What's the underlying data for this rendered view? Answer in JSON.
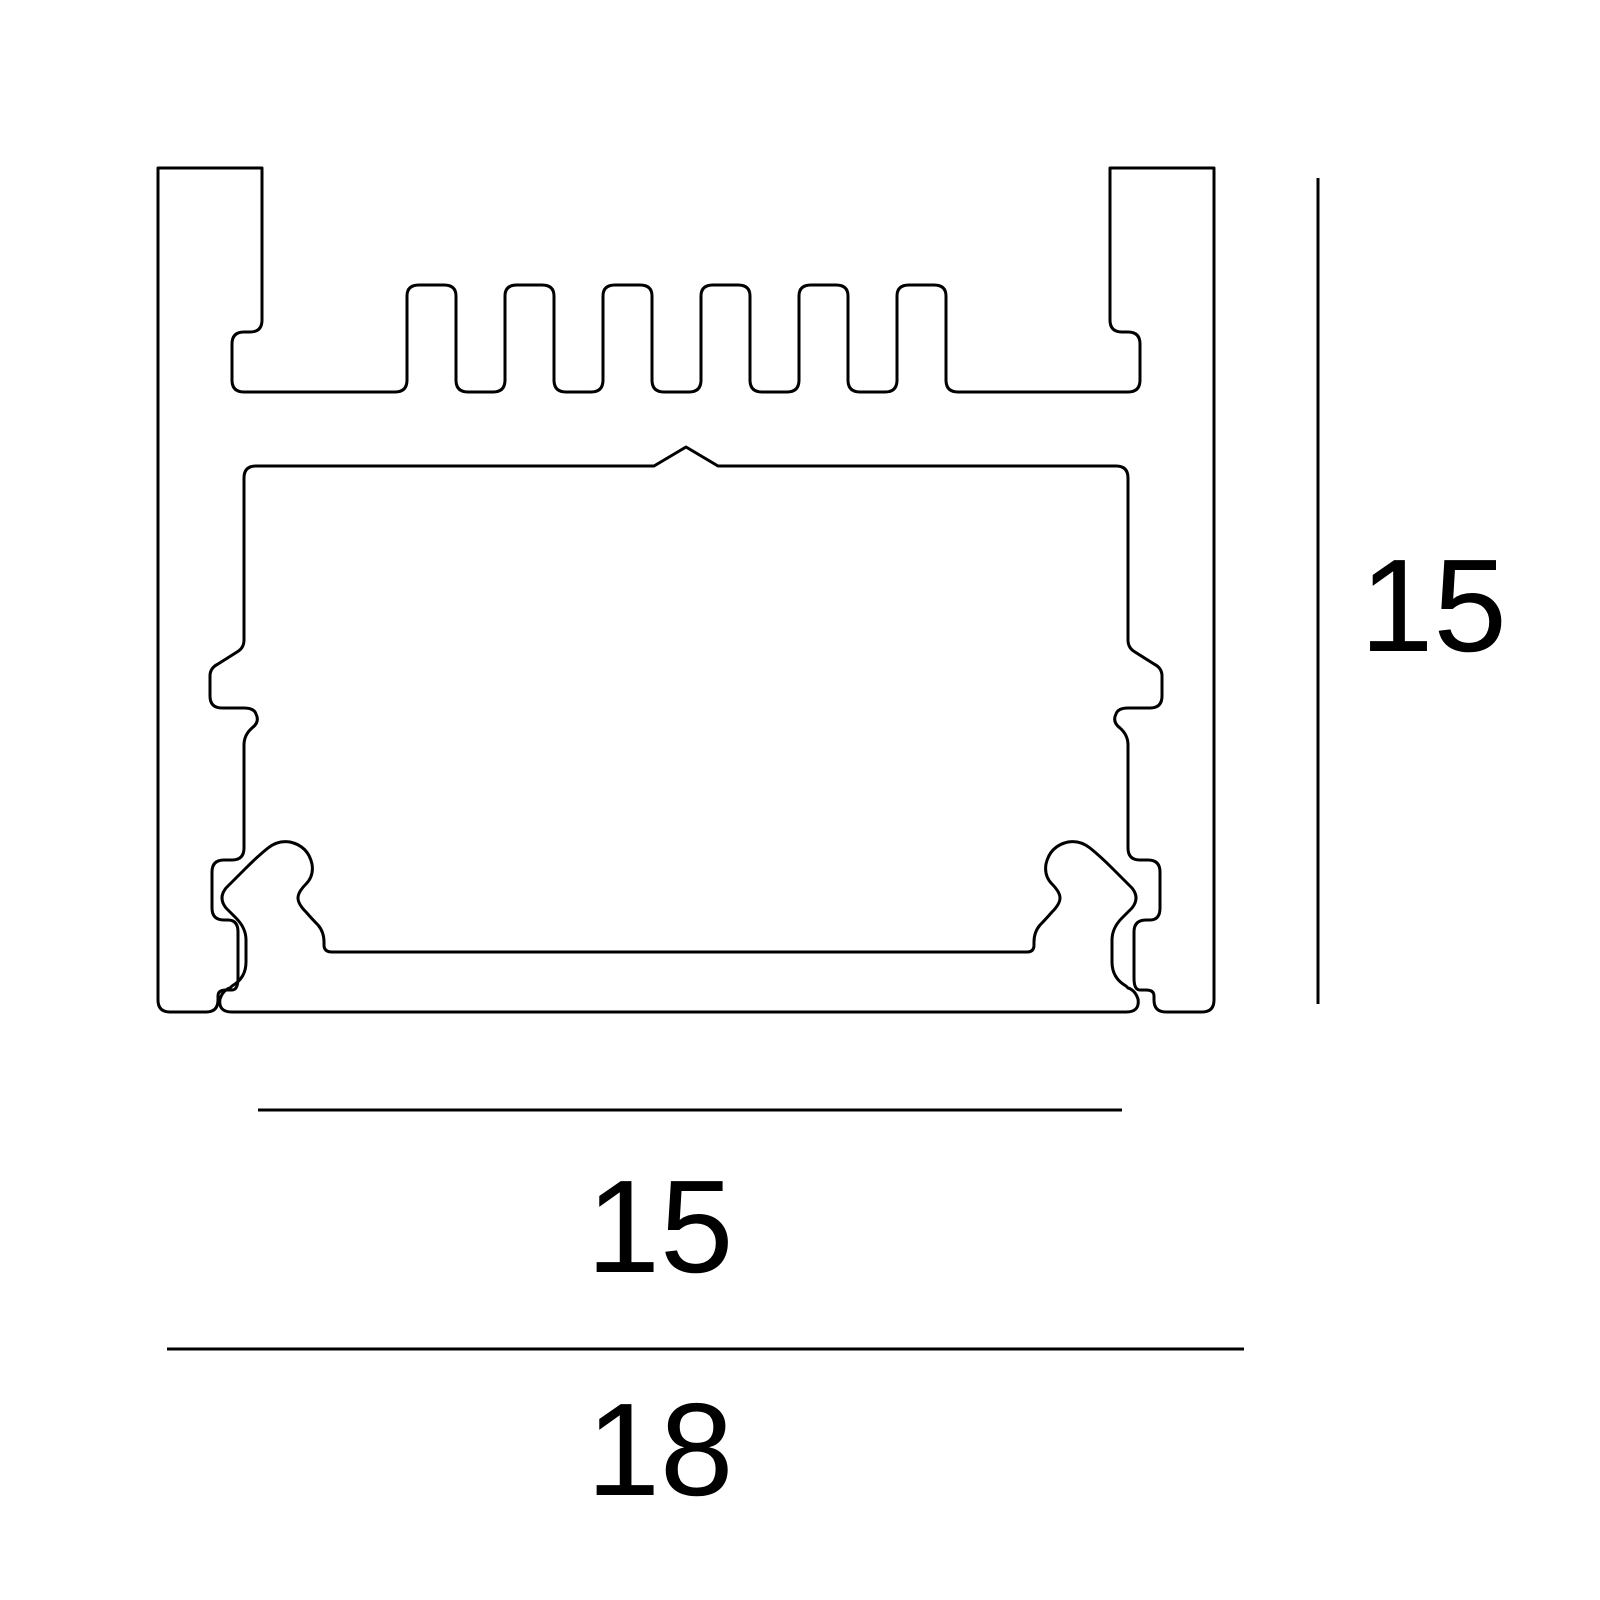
{
  "dimensions": {
    "height_label": "15",
    "inner_width_label": "15",
    "outer_width_label": "18"
  }
}
